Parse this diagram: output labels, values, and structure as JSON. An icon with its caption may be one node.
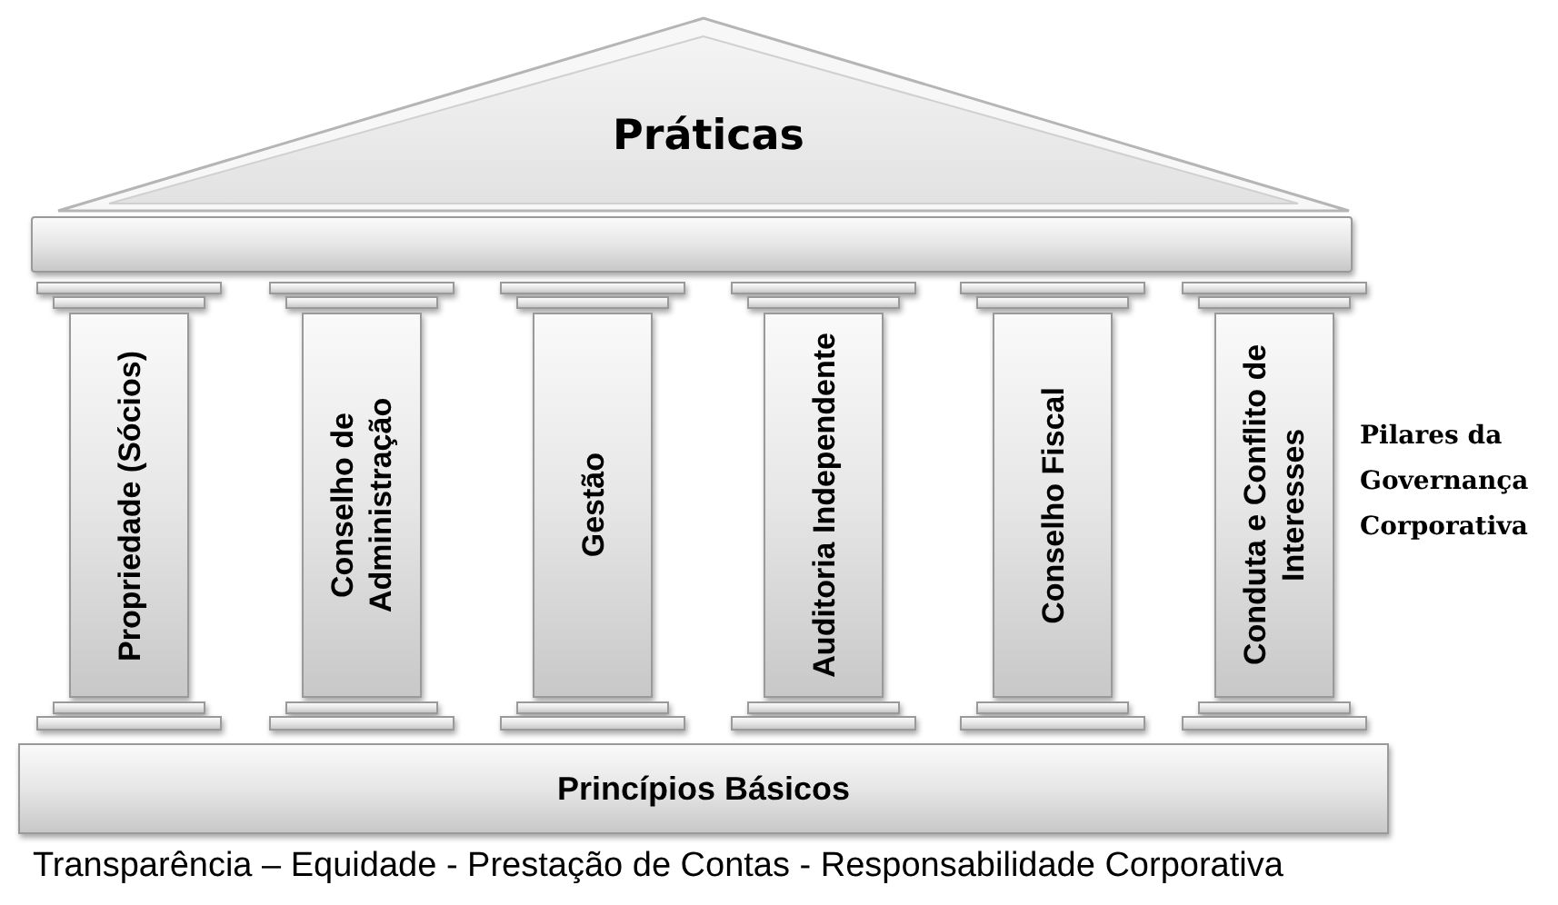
{
  "diagram": {
    "nodes": [
      {
        "text": [
          "Práticas"
        ]
      },
      {
        "text": [],
        "shape": "bar"
      },
      {
        "text": [
          "Propriedade (Sócios)"
        ]
      },
      {
        "text": [
          "Conselho de Administração"
        ]
      },
      {
        "text": [
          "Gestão"
        ]
      },
      {
        "text": [
          "Auditoria Independente"
        ]
      },
      {
        "text": [
          "Conselho Fiscal"
        ]
      },
      {
        "text": [
          "Conduta e Conflito de Interesses"
        ]
      },
      {
        "text": [
          "Princípios Básicos"
        ],
        "beside": [
          "Transparência – Equidade - Prestação de Contas - Responsabilidade Corporativa"
        ]
      }
    ],
    "edges": [],
    "labels": [
      "Pilares da Governança Corporativa"
    ]
  }
}
